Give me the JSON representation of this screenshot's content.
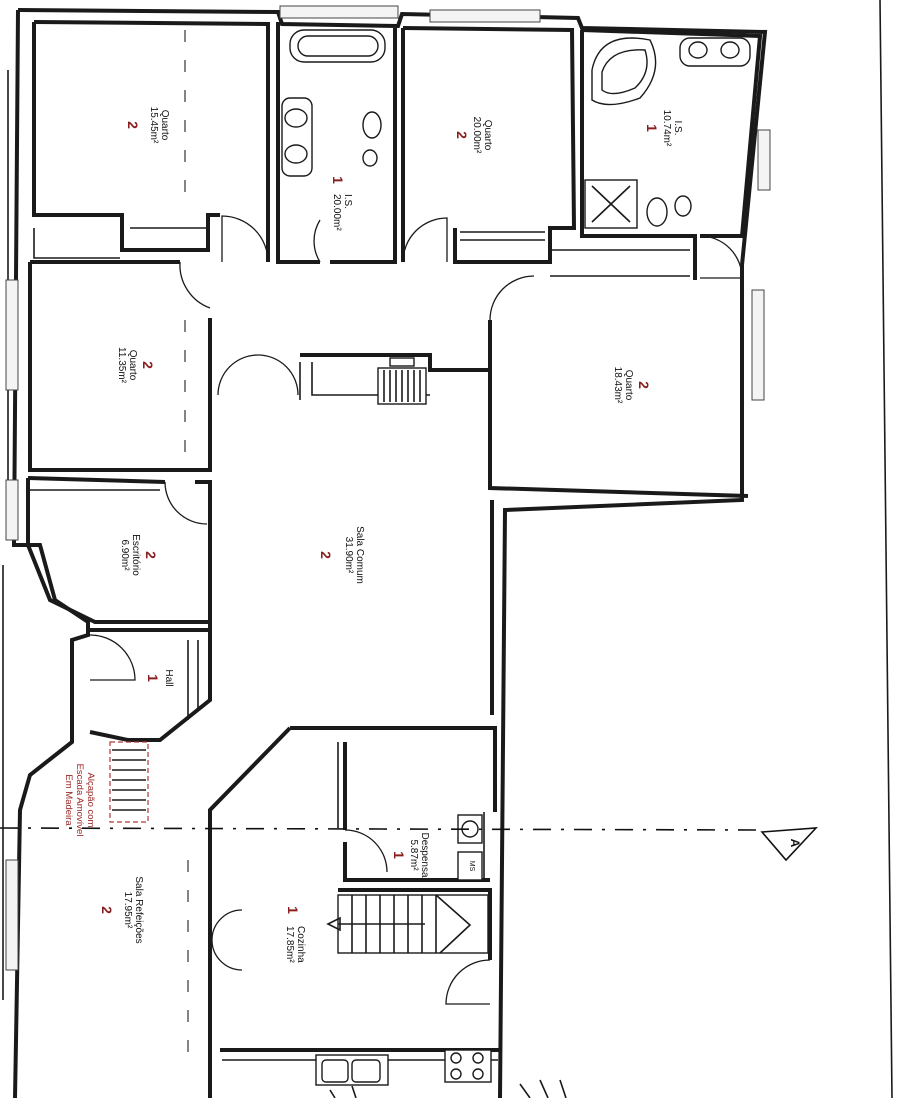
{
  "rooms": [
    {
      "name": "Quarto",
      "area": "15.45m²",
      "count": "2"
    },
    {
      "name": "I.S.",
      "area": "20.00m²",
      "count": "1"
    },
    {
      "name": "Quarto",
      "area": "20.00m²",
      "count": "2"
    },
    {
      "name": "I.S.",
      "area": "10.74m²",
      "count": "1"
    },
    {
      "name": "Quarto",
      "area": "11.35m²",
      "count": "2"
    },
    {
      "name": "Quarto",
      "area": "18.43m²",
      "count": "2"
    },
    {
      "name": "Escritório",
      "area": "6.90m²",
      "count": "2"
    },
    {
      "name": "Sala Comum",
      "area": "31.90m²",
      "count": "2"
    },
    {
      "name": "Hall",
      "area": "",
      "count": "1"
    },
    {
      "name": "Sala Refeições",
      "area": "17.95m²",
      "count": "2"
    },
    {
      "name": "Cozinha",
      "area": "17.85m²",
      "count": "1"
    },
    {
      "name": "Despensa",
      "area": "5.87m²",
      "count": "1"
    }
  ],
  "notes": {
    "line1": "Alçapão com",
    "line2": "Escada Amovível",
    "line3": "Em Madeira"
  },
  "fixtures": {
    "ms_label": "MS"
  },
  "section": {
    "marker": "A"
  }
}
